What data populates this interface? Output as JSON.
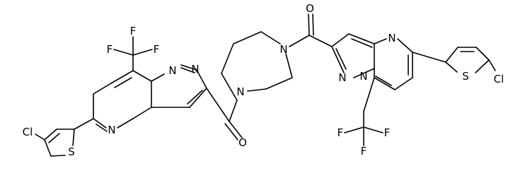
{
  "atom_labels": {
    "N": "N",
    "O": "O",
    "S": "S",
    "F": "F",
    "Cl": "Cl"
  }
}
